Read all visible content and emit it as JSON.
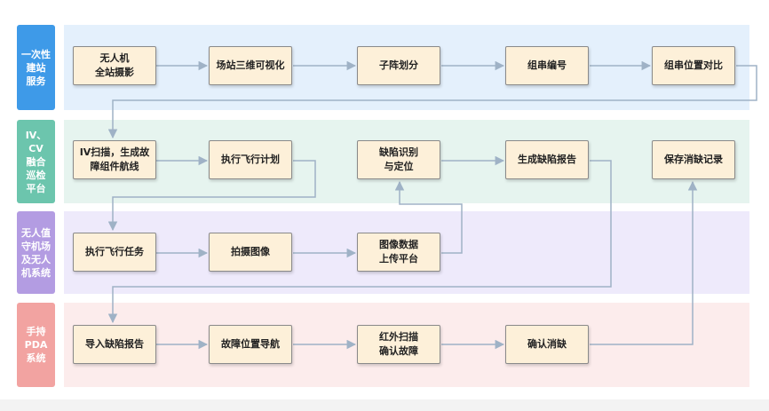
{
  "lanes": [
    {
      "label": "一次性\n建站\n服务",
      "color": "#3e9ae8",
      "bg": "#e4f0fc"
    },
    {
      "label": "IV、\nCV\n融合\n巡检\n平台",
      "color": "#6cc5ad",
      "bg": "#e6f4ef"
    },
    {
      "label": "无人值\n守机场\n及无人\n机系统",
      "color": "#b39ce2",
      "bg": "#eeeafb"
    },
    {
      "label": "手持\nPDA\n系统",
      "color": "#f2a3a1",
      "bg": "#fcecec"
    }
  ],
  "nodes": {
    "uav_photo": "无人机\n全站摄影",
    "visualize_3d": "场站三维可视化",
    "array_partition": "子阵划分",
    "string_numbering": "组串编号",
    "string_position_compare": "组串位置对比",
    "iv_scan_route": "IV扫描，生成故\n障组件航线",
    "exec_flight_plan": "执行飞行计划",
    "defect_identify_locate": "缺陷识别\n与定位",
    "gen_defect_report": "生成缺陷报告",
    "save_record": "保存消缺记录",
    "exec_flight_task": "执行飞行任务",
    "capture_images": "拍摄图像",
    "upload_images": "图像数据\n上传平台",
    "import_report": "导入缺陷报告",
    "fault_navigation": "故障位置导航",
    "ir_scan_confirm": "红外扫描\n确认故障",
    "confirm_clear": "确认消缺"
  },
  "colors": {
    "connector": "#9fb2c6",
    "node_fill": "#fdf0d9"
  }
}
